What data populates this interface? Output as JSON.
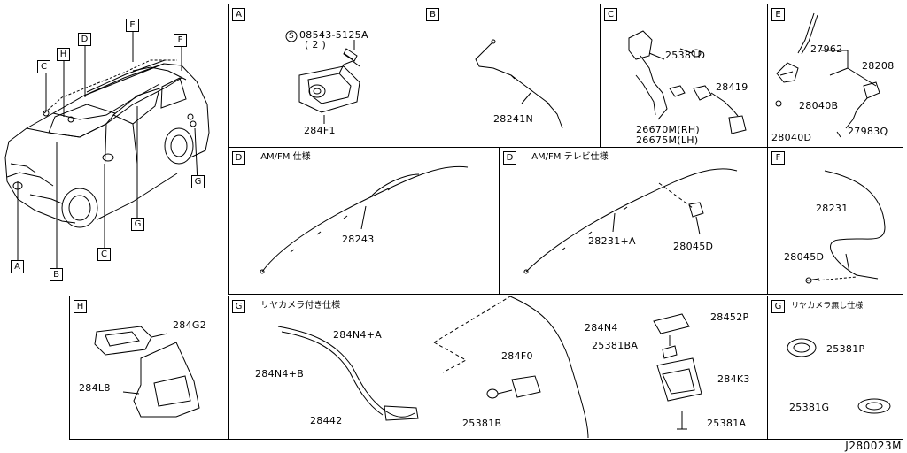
{
  "overview": {
    "callouts": [
      "A",
      "B",
      "C",
      "D",
      "E",
      "F",
      "G",
      "H",
      "C",
      "G"
    ]
  },
  "panels": {
    "A": {
      "letter": "A",
      "caption": "",
      "parts": [
        "08543-5125A",
        "( 2 )",
        "284F1"
      ],
      "circle_mark": "S"
    },
    "B": {
      "letter": "B",
      "caption": "",
      "parts": [
        "28241N"
      ]
    },
    "C": {
      "letter": "C",
      "caption": "",
      "parts": [
        "25381D",
        "28419",
        "26670M(RH)",
        "26675M(LH)"
      ]
    },
    "E": {
      "letter": "E",
      "caption": "",
      "parts": [
        "27962",
        "28208",
        "28040B",
        "28040D",
        "27983Q"
      ]
    },
    "D1": {
      "letter": "D",
      "caption": "AM/FM 仕様",
      "parts": [
        "28243"
      ]
    },
    "D2": {
      "letter": "D",
      "caption": "AM/FM テレビ仕様",
      "parts": [
        "28231+A",
        "28045D"
      ]
    },
    "F": {
      "letter": "F",
      "caption": "",
      "parts": [
        "28231",
        "28045D"
      ]
    },
    "H": {
      "letter": "H",
      "caption": "",
      "parts": [
        "284G2",
        "284L8"
      ]
    },
    "G1": {
      "letter": "G",
      "caption": "リヤカメラ付き仕様",
      "parts": [
        "284N4+A",
        "284N4+B",
        "28442",
        "284F0",
        "25381B",
        "284N4",
        "28452P",
        "25381BA",
        "284K3",
        "25381A"
      ]
    },
    "G2": {
      "letter": "G",
      "caption": "リヤカメラ無し仕様",
      "parts": [
        "25381P",
        "25381G"
      ]
    }
  },
  "document_id": "J280023M"
}
